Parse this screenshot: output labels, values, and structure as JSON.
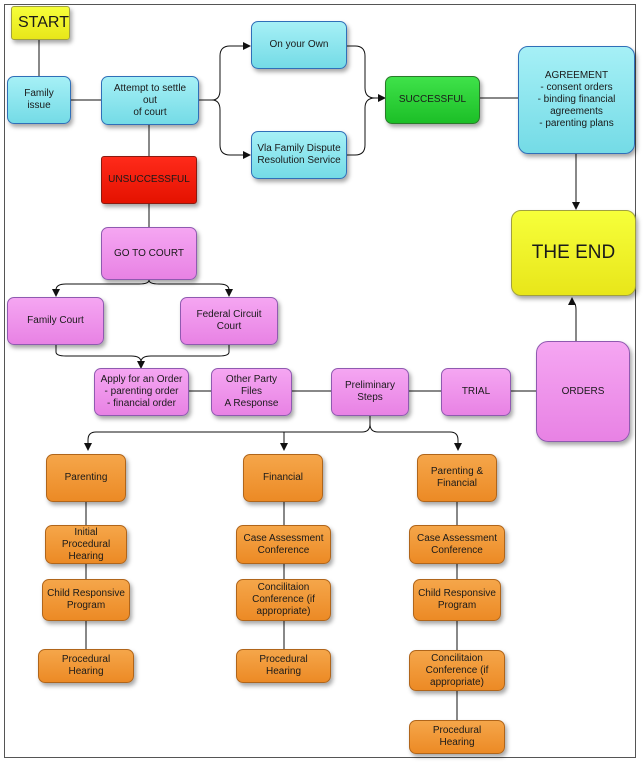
{
  "nodes": {
    "start": "START",
    "family_issue": "Family issue",
    "attempt_settle": "Attempt to settle out\nof court",
    "on_own": "On your Own",
    "via_fdrs": "Vla Family Dispute\nResolution Service",
    "successful": "SUCCESSFUL",
    "agreement": "AGREEMENT\n- consent orders\n- binding financial\nagreements\n- parenting plans",
    "the_end": "THE END",
    "unsuccessful": "UNSUCCESSFUL",
    "go_to_court": "GO TO COURT",
    "family_court": "Family Court",
    "federal_circuit_court": "Federal Circuit Court",
    "apply_order": "Apply for an Order\n- parenting order\n- financial order",
    "other_party": "Other Party Files\nA Response",
    "preliminary_steps": "Preliminary\nSteps",
    "trial": "TRIAL",
    "orders": "ORDERS",
    "parenting": "Parenting",
    "financial": "Financial",
    "parenting_financial": "Parenting &\nFinancial",
    "p_initial_hearing": "Initial Procedural\nHearing",
    "p_child_program": "Child Responsive\nProgram",
    "p_procedural_hearing": "Procedural Hearing",
    "f_case_assessment": "Case Assessment\nConference",
    "f_conciliation": "Concilitaion\nConference (if\nappropriate)",
    "f_procedural_hearing": "Procedural Hearing",
    "pf_case_assessment": "Case Assessment\nConference",
    "pf_child_program": "Child Responsive\nProgram",
    "pf_conciliation": "Concilitaion\nConference (if\nappropriate)",
    "pf_procedural_hearing": "Procedural Hearing"
  },
  "colors": {
    "settlement": "#8fe6ee",
    "success": "#2bd436",
    "failure": "#f51a0a",
    "court": "#f098ec",
    "steps": "#f0962f",
    "terminal": "#f0f02a"
  }
}
